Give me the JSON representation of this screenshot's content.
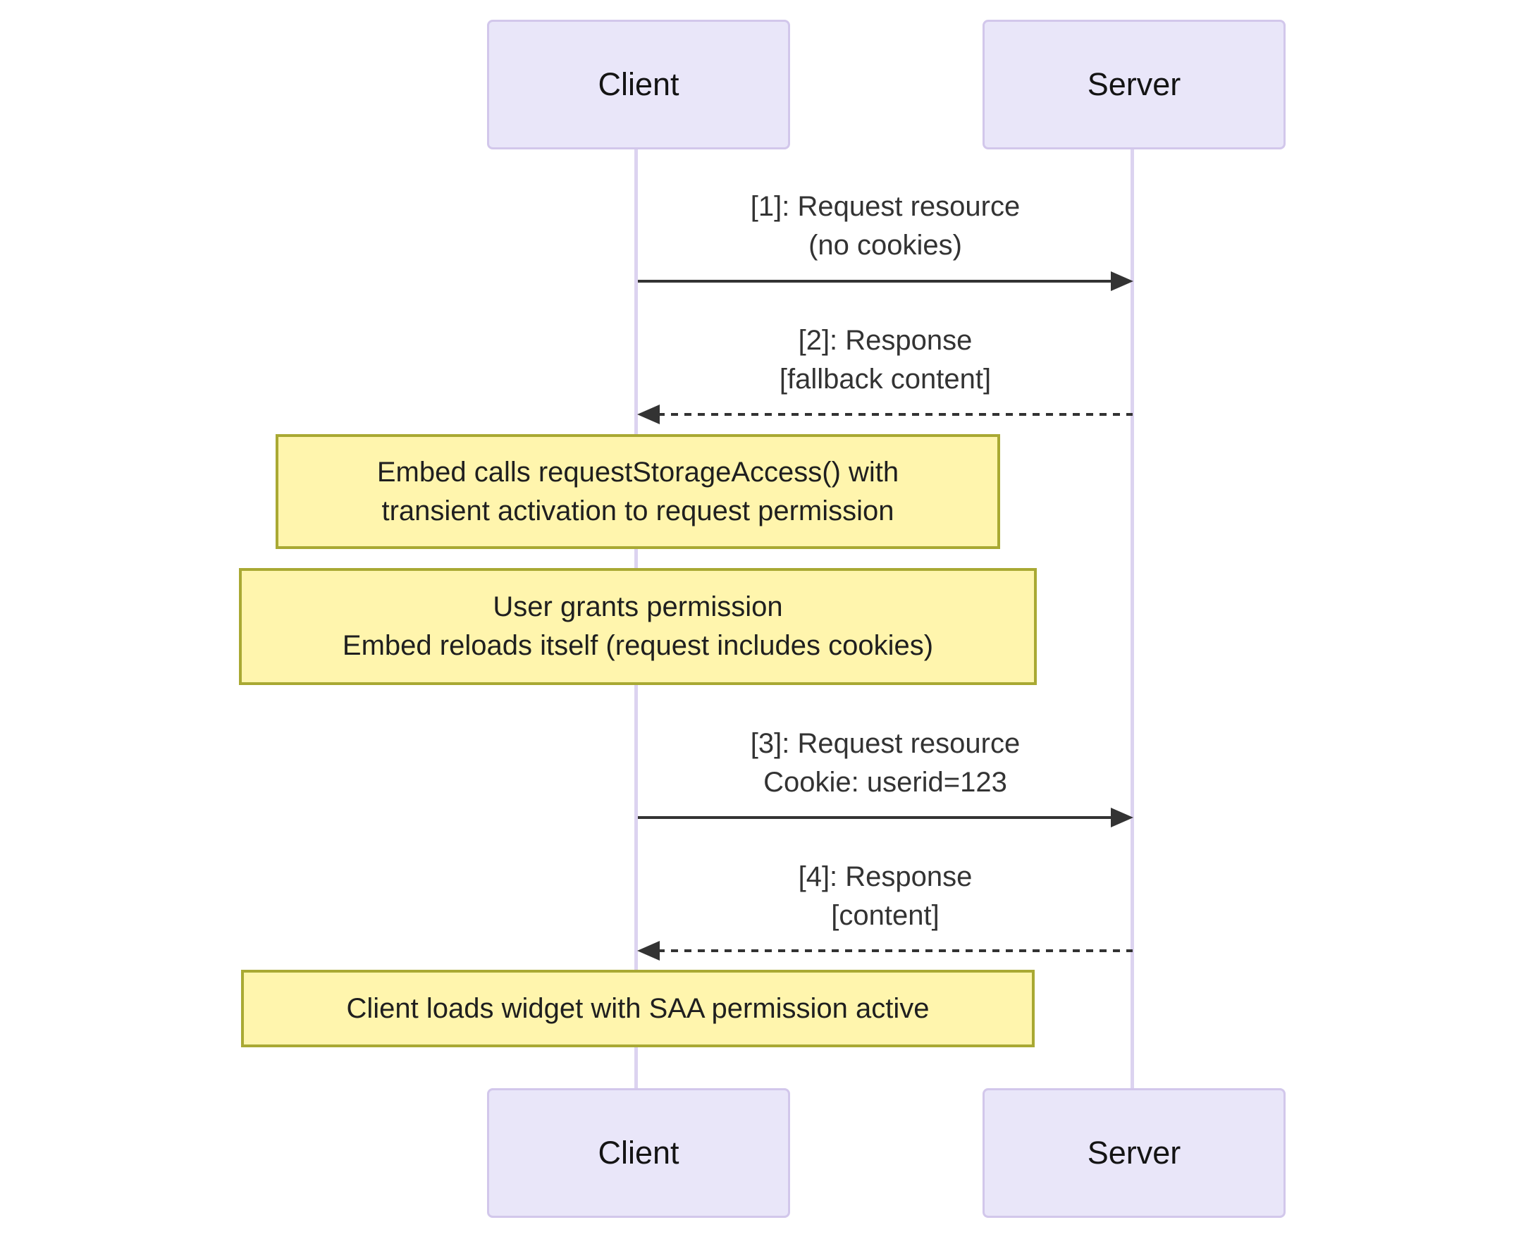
{
  "diagram": {
    "type": "sequence",
    "actors": {
      "top": [
        "Client",
        "Server"
      ],
      "bottom": [
        "Client",
        "Server"
      ]
    },
    "messages": [
      {
        "id": 1,
        "from": "Client",
        "to": "Server",
        "style": "solid",
        "lines": [
          "[1]: Request resource",
          "(no cookies)"
        ]
      },
      {
        "id": 2,
        "from": "Server",
        "to": "Client",
        "style": "dashed",
        "lines": [
          "[2]: Response",
          "[fallback content]"
        ]
      },
      {
        "id": 3,
        "from": "Client",
        "to": "Server",
        "style": "solid",
        "lines": [
          "[3]: Request resource",
          "Cookie: userid=123"
        ]
      },
      {
        "id": 4,
        "from": "Server",
        "to": "Client",
        "style": "dashed",
        "lines": [
          "[4]: Response",
          "[content]"
        ]
      }
    ],
    "notes": [
      {
        "lines": [
          "Embed calls requestStorageAccess() with",
          "transient activation to request permission"
        ]
      },
      {
        "lines": [
          "User grants permission",
          "Embed reloads itself (request includes cookies)"
        ]
      },
      {
        "lines": [
          "Client loads widget with SAA permission active"
        ]
      }
    ],
    "colors": {
      "actor_fill": "#e9e6f9",
      "actor_border": "#d2c7eb",
      "lifeline": "#dcd3f0",
      "note_fill": "#fff5ad",
      "note_border": "#a9a933",
      "message_text": "#333333",
      "arrow": "#333333",
      "background": "#ffffff"
    }
  }
}
